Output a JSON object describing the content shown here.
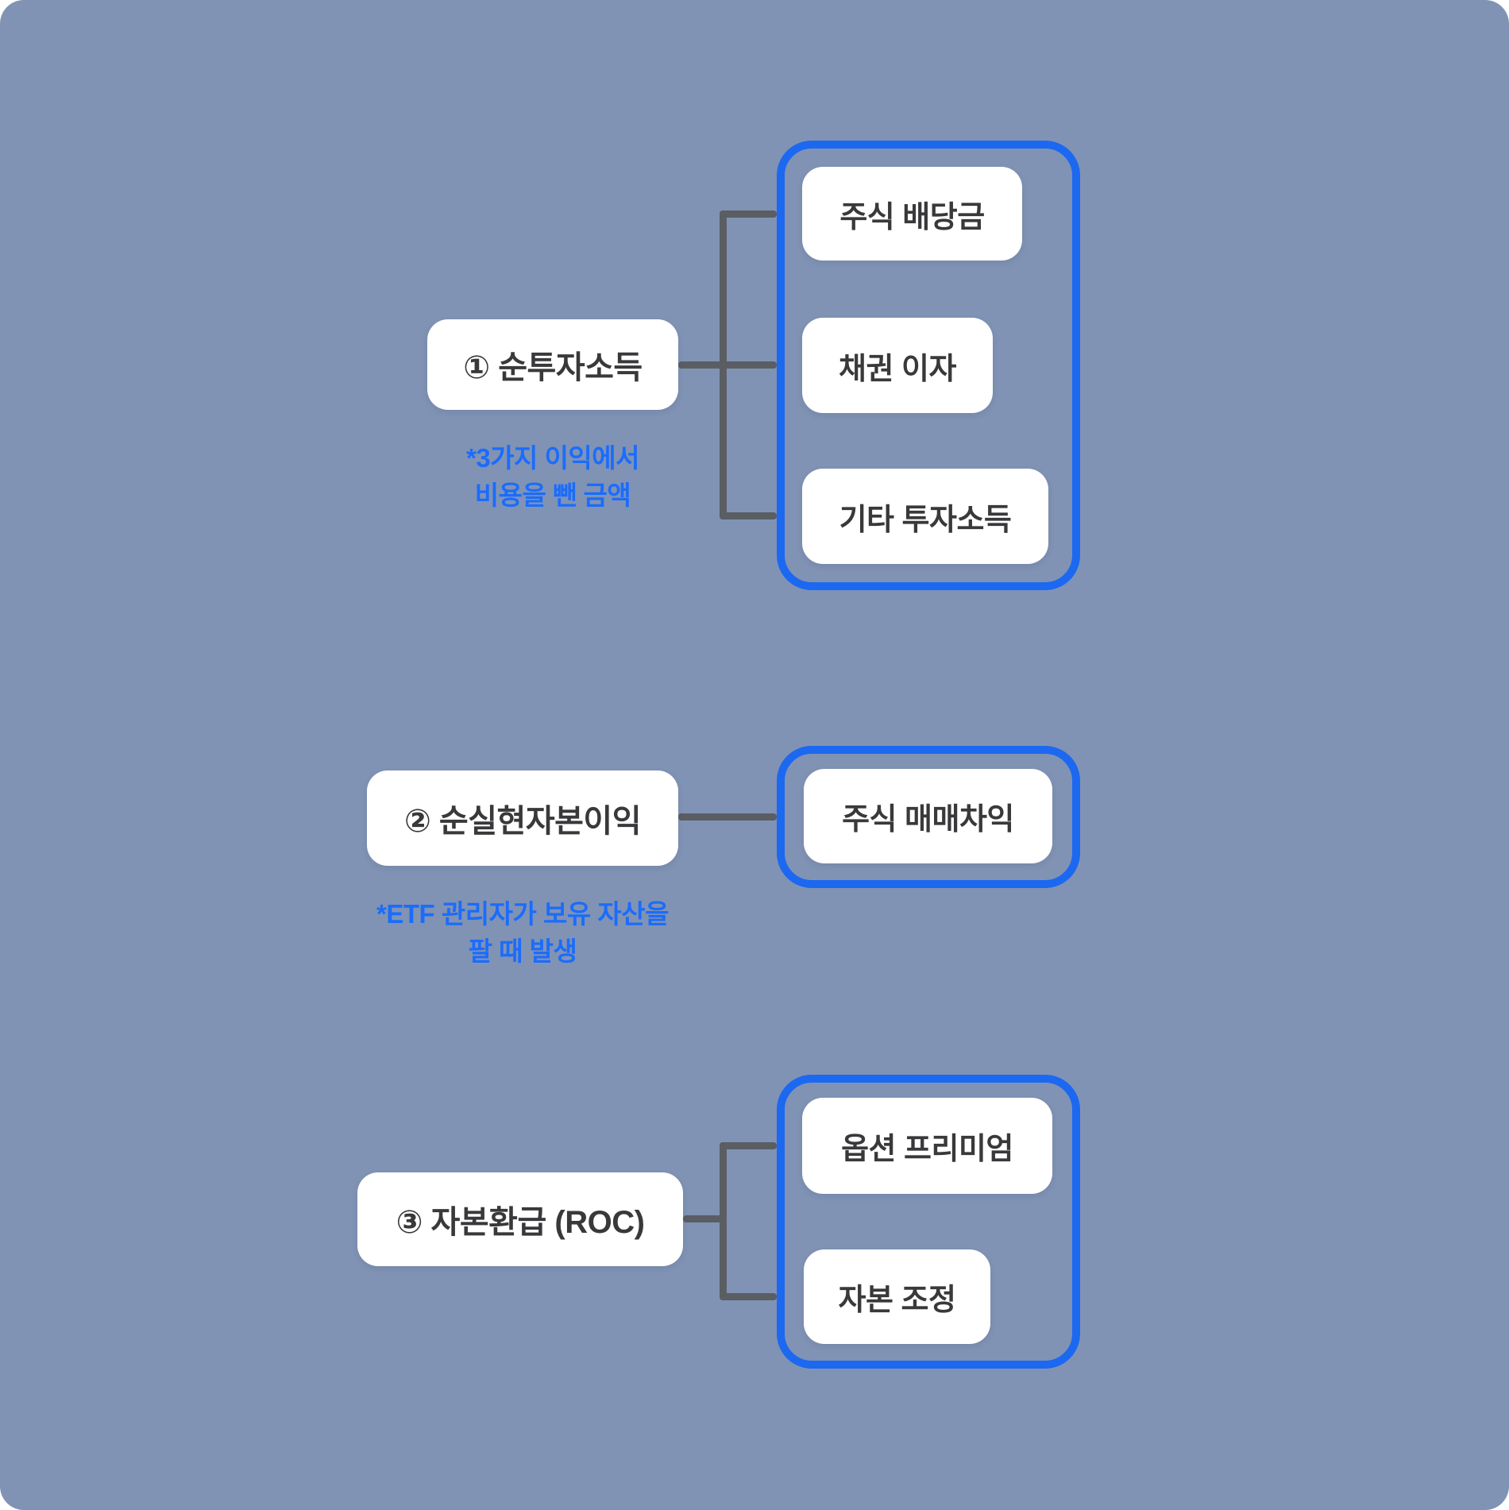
{
  "diagram": {
    "title_hint": "ETF distribution sources diagram",
    "colors": {
      "background": "#8093b5",
      "group_border_blue": "#1c68f0",
      "note_text_blue": "#1b6cfb",
      "connector_gray": "#5a5e63",
      "node_text": "#39393b",
      "node_background": "#ffffff"
    },
    "sections": [
      {
        "parent": "① 순투자소득",
        "note": {
          "line1": "*3가지 이익에서",
          "line2": "비용을 뺀 금액"
        },
        "children": [
          "주식 배당금",
          "채권 이자",
          "기타 투자소득"
        ]
      },
      {
        "parent": "② 순실현자본이익",
        "note": {
          "line1": "*ETF 관리자가 보유 자산을",
          "line2": "팔 때 발생"
        },
        "children": [
          "주식 매매차익"
        ]
      },
      {
        "parent": "③ 자본환급 (ROC)",
        "children": [
          "옵션 프리미엄",
          "자본 조정"
        ]
      }
    ]
  }
}
